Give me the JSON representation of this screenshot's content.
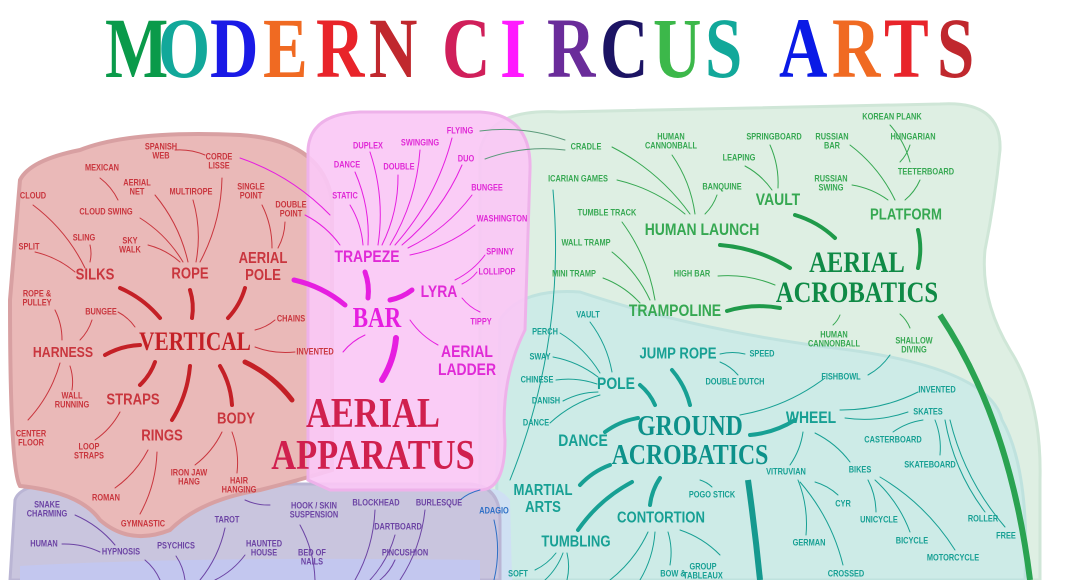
{
  "title": {
    "letters": [
      {
        "ch": "M",
        "color": "#0a9a4a"
      },
      {
        "ch": "O",
        "color": "#12a89a"
      },
      {
        "ch": "D",
        "color": "#1a1ae6"
      },
      {
        "ch": "E",
        "color": "#f06a22"
      },
      {
        "ch": "R",
        "color": "#e8242a"
      },
      {
        "ch": "N",
        "color": "#c0282e"
      },
      {
        "ch": " ",
        "color": "#ffffff"
      },
      {
        "ch": "C",
        "color": "#d01f5a"
      },
      {
        "ch": "I",
        "color": "#ff1aff"
      },
      {
        "ch": "R",
        "color": "#6a2c9a"
      },
      {
        "ch": "C",
        "color": "#1c1464"
      },
      {
        "ch": "U",
        "color": "#3cb84a"
      },
      {
        "ch": "S",
        "color": "#12a89a"
      },
      {
        "ch": " ",
        "color": "#ffffff"
      },
      {
        "ch": "A",
        "color": "#0a1ae6"
      },
      {
        "ch": "R",
        "color": "#f06a22"
      },
      {
        "ch": "T",
        "color": "#e8242a"
      },
      {
        "ch": "S",
        "color": "#c0282e"
      }
    ]
  },
  "colors": {
    "aerial_apparatus": "#d0204e",
    "vertical": "#c42026",
    "bar": "#e61ee0",
    "aerial_acrobatics": "#0f8a46",
    "ground_acrobatics": "#0d918a",
    "other": "#6c44a4",
    "adagio": "#2d6fc6"
  },
  "aerial_apparatus": {
    "hub": "AERIAL\nAPPARATUS",
    "labels": [
      "CLOUD",
      "SPANISH\nWEB",
      "CORDE\nLISSE",
      "MEXICAN",
      "AERIAL\nNET",
      "MULTIROPE",
      "SINGLE\nPOINT",
      "DOUBLE\nPOINT",
      "CLOUD SWING",
      "SPLIT",
      "SLING",
      "SKY\nWALK",
      "SILKS",
      "ROPE",
      "AERIAL\nPOLE",
      "ROPE &\nPULLEY",
      "BUNGEE",
      "CHAINS",
      "HARNESS",
      "VERTICAL",
      "INVENTED",
      "WALL\nRUNNING",
      "STRAPS",
      "BODY",
      "CENTER\nFLOOR",
      "LOOP\nSTRAPS",
      "RINGS",
      "IRON JAW\nHANG",
      "HAIR\nHANGING",
      "ROMAN",
      "GYMNASTIC"
    ]
  },
  "bar": {
    "labels": [
      "FLYING",
      "DUPLEX",
      "SWINGING",
      "DUO",
      "DANCE",
      "DOUBLE",
      "BUNGEE",
      "STATIC",
      "WASHINGTON",
      "TRAPEZE",
      "SPINNY",
      "LOLLIPOP",
      "LYRA",
      "BAR",
      "TIPPY",
      "AERIAL\nLADDER"
    ]
  },
  "aerial_acrobatics": {
    "hub": "AERIAL\nACROBATICS",
    "labels": [
      "CRADLE",
      "HUMAN\nCANNONBALL",
      "SPRINGBOARD",
      "KOREAN PLANK",
      "RUSSIAN\nBAR",
      "HUNGARIAN",
      "LEAPING",
      "ICARIAN GAMES",
      "BANQUINE",
      "RUSSIAN\nSWING",
      "TEETERBOARD",
      "VAULT",
      "TUMBLE TRACK",
      "PLATFORM",
      "HUMAN LAUNCH",
      "WALL TRAMP",
      "MINI TRAMP",
      "HIGH BAR",
      "TRAMPOLINE",
      "HUMAN\nCANNONBALL",
      "SHALLOW\nDIVING"
    ]
  },
  "ground_acrobatics": {
    "hub": "GROUND\nACROBATICS",
    "labels": [
      "VAULT",
      "PERCH",
      "JUMP ROPE",
      "SPEED",
      "SWAY",
      "CHINESE",
      "POLE",
      "DOUBLE DUTCH",
      "DANISH",
      "FISHBOWL",
      "INVENTED",
      "DANCE",
      "SKATES",
      "WHEEL",
      "DANCE",
      "CASTERBOARD",
      "VITRUVIAN",
      "BIKES",
      "SKATEBOARD",
      "MARTIAL\nARTS",
      "CYR",
      "POGO STICK",
      "UNICYCLE",
      "CONTORTION",
      "ROLLER",
      "FREE",
      "GERMAN",
      "BICYCLE",
      "TUMBLING",
      "MOTORCYCLE",
      "BOW &",
      "GROUP\nTABLEAUX",
      "SOFT",
      "CROSSED"
    ]
  },
  "other_acts": {
    "labels": [
      "SNAKE\nCHARMING",
      "HOOK / SKIN\nSUSPENSION",
      "BLOCKHEAD",
      "BURLESQUE",
      "TAROT",
      "DARTBOARD",
      "HUMAN",
      "HYPNOSIS",
      "PSYCHICS",
      "HAUNTED\nHOUSE",
      "BED OF\nNAILS",
      "PINCUSHION"
    ]
  },
  "partner": {
    "labels": [
      "ADAGIO"
    ]
  }
}
